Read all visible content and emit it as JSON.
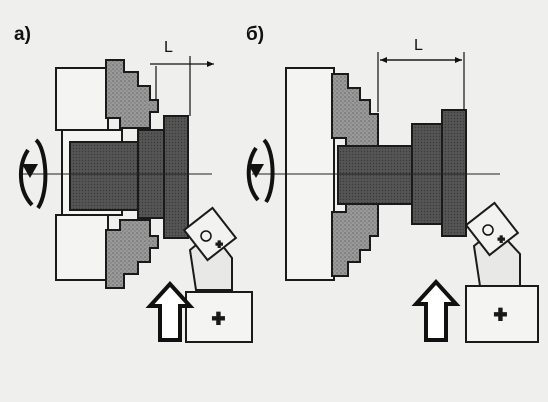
{
  "panels": [
    {
      "label": "а)",
      "dimension_label": "L",
      "tool_sign": "+",
      "insert_sign": "+"
    },
    {
      "label": "б)",
      "dimension_label": "L",
      "tool_sign": "+",
      "insert_sign": "+"
    }
  ],
  "colors": {
    "background": "#efefed",
    "outline": "#1a1a1a",
    "chuck_hatch": "#8a8a8a",
    "workpiece": "#5a5a5a",
    "workpiece_light": "#9a9a9a"
  },
  "icons": [
    "rotation-arrow-icon",
    "feed-arrow-icon"
  ]
}
